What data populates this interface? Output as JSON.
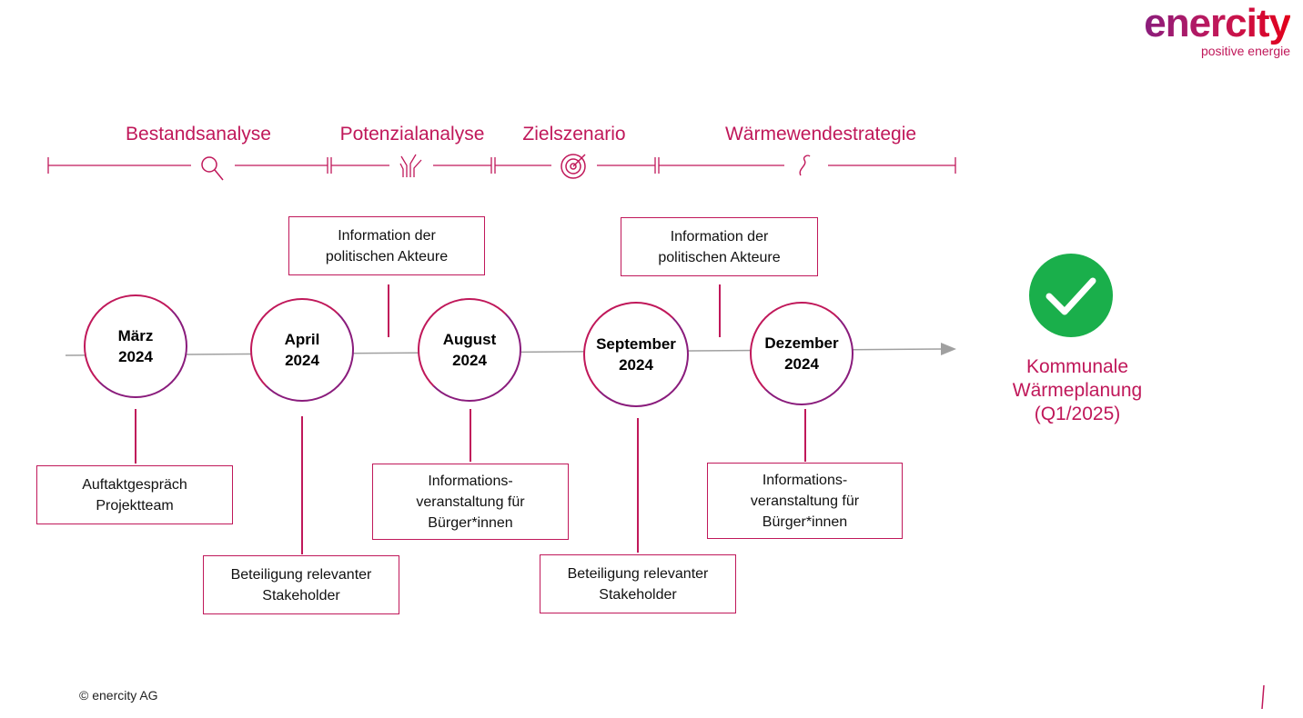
{
  "logo": {
    "name": "enercity",
    "tagline": "positive energie"
  },
  "phases": [
    {
      "label": "Bestandsanalyse",
      "icon": "magnifier-icon"
    },
    {
      "label": "Potenzialanalyse",
      "icon": "branching-arrows-icon"
    },
    {
      "label": "Zielszenario",
      "icon": "target-icon"
    },
    {
      "label": "Wärmewendestrategie",
      "icon": "path-icon"
    }
  ],
  "milestones": [
    {
      "month": "März",
      "year": "2024"
    },
    {
      "month": "April",
      "year": "2024"
    },
    {
      "month": "August",
      "year": "2024"
    },
    {
      "month": "September",
      "year": "2024"
    },
    {
      "month": "Dezember",
      "year": "2024"
    }
  ],
  "events": {
    "info_politik_1": [
      "Information der",
      "politischen Akteure"
    ],
    "info_politik_2": [
      "Information der",
      "politischen Akteure"
    ],
    "auftakt": [
      "Auftaktgespräch",
      "Projektteam"
    ],
    "beteiligung_1": [
      "Beteiligung relevanter",
      "Stakeholder"
    ],
    "buerger_1": [
      "Informations-",
      "veranstaltung für",
      "Bürger*innen"
    ],
    "beteiligung_2": [
      "Beteiligung relevanter",
      "Stakeholder"
    ],
    "buerger_2": [
      "Informations-",
      "veranstaltung für",
      "Bürger*innen"
    ]
  },
  "goal": {
    "lines": [
      "Kommunale",
      "Wärmeplanung",
      "(Q1/2025)"
    ],
    "icon": "checkmark-icon"
  },
  "footer": {
    "copyright": "© enercity AG"
  },
  "colors": {
    "accent": "#c0185a",
    "check": "#1aaf4b",
    "line": "#a0a0a0"
  }
}
